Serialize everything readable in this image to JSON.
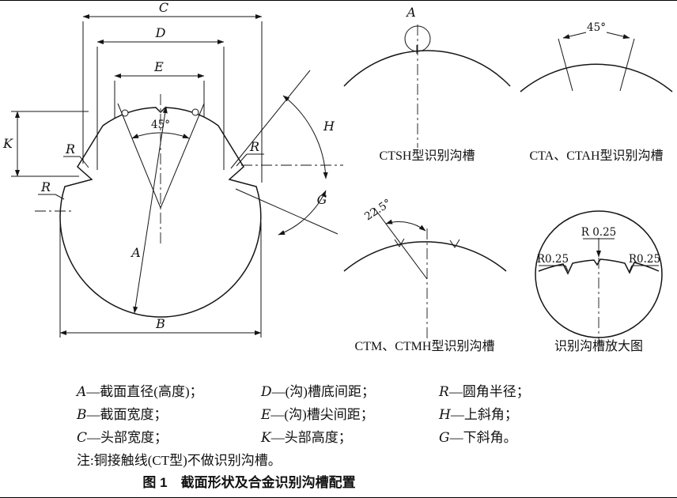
{
  "main": {
    "dim_c": "C",
    "dim_d": "D",
    "dim_e": "E",
    "dim_k": "K",
    "dim_b": "B",
    "dim_a": "A",
    "dim_h": "H",
    "dim_g": "G",
    "angle_top": "45°",
    "r_left_upper": "R",
    "r_right_upper": "R",
    "r_left_lower": "R"
  },
  "ctsh": {
    "point_label": "A",
    "caption": "CTSH型识别沟槽"
  },
  "cta": {
    "angle": "45°",
    "caption": "CTA、CTAH型识别沟槽"
  },
  "ctm": {
    "angle": "22.5°",
    "caption": "CTM、CTMH型识别沟槽"
  },
  "enlarged": {
    "r_top": "R 0.25",
    "r_left": "R0.25",
    "r_right": "R0.25",
    "caption": "识别沟槽放大图"
  },
  "legend": {
    "items": [
      {
        "sym": "A",
        "text": "—截面直径(高度)；"
      },
      {
        "sym": "D",
        "text": "—(沟)槽底间距；"
      },
      {
        "sym": "R",
        "text": "—圆角半径；"
      },
      {
        "sym": "B",
        "text": "—截面宽度；"
      },
      {
        "sym": "E",
        "text": "—(沟)槽尖间距；"
      },
      {
        "sym": "H",
        "text": "—上斜角；"
      },
      {
        "sym": "C",
        "text": "—头部宽度；"
      },
      {
        "sym": "K",
        "text": "—头部高度；"
      },
      {
        "sym": "G",
        "text": "—下斜角。"
      }
    ],
    "note": "注:铜接触线(CT型)不做识别沟槽。"
  },
  "figure_caption": "图 1　截面形状及合金识别沟槽配置"
}
